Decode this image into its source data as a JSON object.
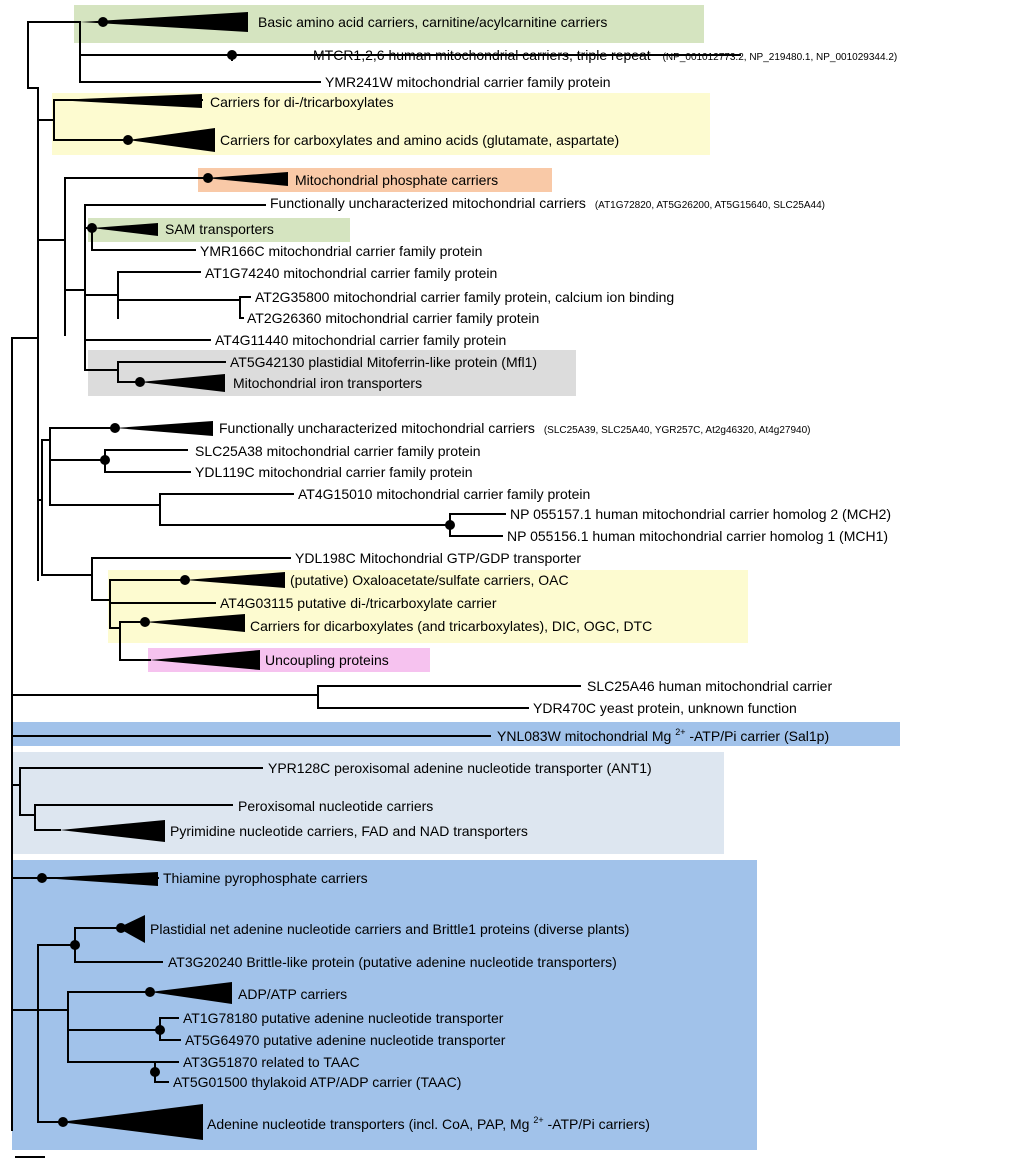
{
  "colors": {
    "green": "#d5e4c0",
    "yellow": "#fdfbd0",
    "orange": "#f9c9a7",
    "pink": "#f6c2ef",
    "gray": "#dcdcdc",
    "blue": "#a1c2ea",
    "light_blue": "#dde6f0",
    "line": "#000000"
  },
  "labels": {
    "basic_aa": "Basic amino acid carriers, carnitine/acylcarnitine carriers",
    "mtcr": "MTCR1,2,6 human mitochondrial carriers, triple repeat",
    "mtcr_acc": "(NP_001012773.2, NP_219480.1, NP_001029344.2)",
    "ymr241w": "YMR241W mitochondrial carrier family protein",
    "ditri": "Carriers for di-/tricarboxylates",
    "carbox": "Carriers for carboxylates and amino acids (glutamate, aspartate)",
    "phosphate": "Mitochondrial phosphate carriers",
    "fu1": "Functionally uncharacterized mitochondrial carriers",
    "fu1_acc": "(AT1G72820, AT5G26200, AT5G15640, SLC25A44)",
    "sam": "SAM transporters",
    "ymr166c": "YMR166C mitochondrial carrier family protein",
    "at1g74240": "AT1G74240 mitochondrial carrier family protein",
    "at2g35800": "AT2G35800 mitochondrial carrier family protein, calcium ion binding",
    "at2g26360": "AT2G26360 mitochondrial carrier family protein",
    "at4g11440": "AT4G11440 mitochondrial carrier family protein",
    "at5g42130": "AT5G42130 plastidial Mitoferrin-like protein (Mfl1)",
    "iron": "Mitochondrial iron transporters",
    "fu2": "Functionally uncharacterized mitochondrial carriers",
    "fu2_acc": "(SLC25A39, SLC25A40, YGR257C, At2g46320, At4g27940)",
    "slc25a38": "SLC25A38 mitochondrial carrier family protein",
    "ydl119c": "YDL119C mitochondrial carrier family protein",
    "at4g15010": "AT4G15010 mitochondrial carrier family protein",
    "mch2": "NP 055157.1 human mitochondrial carrier homolog 2 (MCH2)",
    "mch1": "NP 055156.1 human mitochondrial carrier homolog 1 (MCH1)",
    "ydl198c": "YDL198C  Mitochondrial GTP/GDP transporter",
    "oac": "(putative) Oxaloacetate/sulfate carriers, OAC",
    "at4g03115": "AT4G03115 putative di-/tricarboxylate carrier",
    "dicarb": "Carriers for dicarboxylates (and tricarboxylates), DIC, OGC, DTC",
    "ucp": "Uncoupling proteins",
    "slc25a46": "SLC25A46 human mitochondrial carrier",
    "ydr470c": "YDR470C yeast protein, unknown function",
    "ynl083w_a": "YNL083W mitochondrial Mg",
    "ynl083w_sup": "2+",
    "ynl083w_b": "-ATP/Pi carrier (Sal1p)",
    "ypr128c": "YPR128C peroxisomal adenine nucleotide transporter (ANT1)",
    "perox": "Peroxisomal nucleotide carriers",
    "pyrim": "Pyrimidine nucleotide carriers, FAD and NAD transporters",
    "thiamine": "Thiamine pyrophosphate carriers",
    "plastidial": "Plastidial net adenine nucleotide carriers and Brittle1 proteins (diverse plants)",
    "at3g20240": "AT3G20240  Brittle-like protein (putative adenine nucleotide transporters)",
    "adp_atp": "ADP/ATP carriers",
    "at1g78180": "AT1G78180 putative adenine nucleotide transporter",
    "at5g64970": "AT5G64970  putative adenine nucleotide transporter",
    "at3g51870": "AT3G51870 related to TAAC",
    "at5g01500": "AT5G01500 thylakoid ATP/ADP carrier (TAAC)",
    "adenine_a": "Adenine nucleotide transporters (incl. CoA, PAP, Mg",
    "adenine_sup": "2+",
    "adenine_b": "-ATP/Pi carriers)"
  }
}
